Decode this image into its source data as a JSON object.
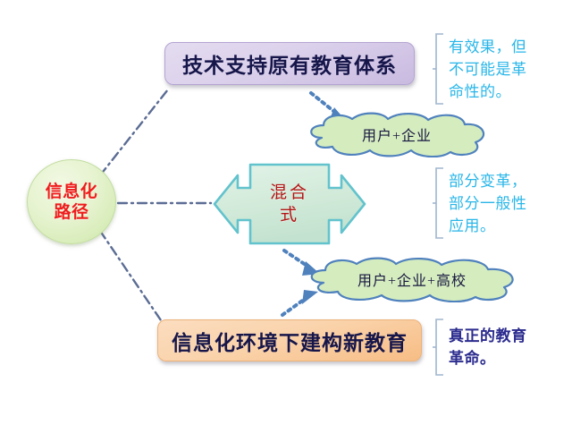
{
  "diagram": {
    "title": "信息化路径",
    "root": {
      "lines": [
        "信息化",
        "路径"
      ],
      "text_color": "#ef1c1c",
      "fill_color": "#e6f3cf"
    },
    "nodes": [
      {
        "id": "tech-support",
        "label": "技术支持原有教育体系",
        "fill_color": "#dcd2ec",
        "text_color": "#16164a"
      },
      {
        "id": "blended",
        "lines": [
          "混合",
          "式"
        ],
        "fill_color": "#d4ecdf",
        "text_color": "#b31414"
      },
      {
        "id": "new-education",
        "label": "信息化环境下建构新教育",
        "fill_color": "#fad3ab",
        "text_color": "#16164a"
      }
    ],
    "clouds": [
      {
        "id": "cloud-1",
        "label": "用户+企业",
        "fill_color": "#d5ecbf",
        "stroke_color": "#4f81bd"
      },
      {
        "id": "cloud-2",
        "label": "用户+企业+高校",
        "fill_color": "#d5ecbf",
        "stroke_color": "#4f81bd"
      }
    ],
    "annotations": [
      {
        "id": "annotation-1",
        "text": "有效果，但\n不可能是革\n命性的。",
        "color": "#29b6e8"
      },
      {
        "id": "annotation-2",
        "text": "部分变革，\n部分一般性\n应用。",
        "color": "#29b6e8"
      },
      {
        "id": "annotation-3",
        "text": "真正的教育\n革命。",
        "color": "#2b2b8f"
      }
    ],
    "connectors": {
      "style": "dash-dot",
      "color": "#5b6c94",
      "arrow_style": "dotted",
      "arrow_color": "#4f81bd"
    }
  }
}
